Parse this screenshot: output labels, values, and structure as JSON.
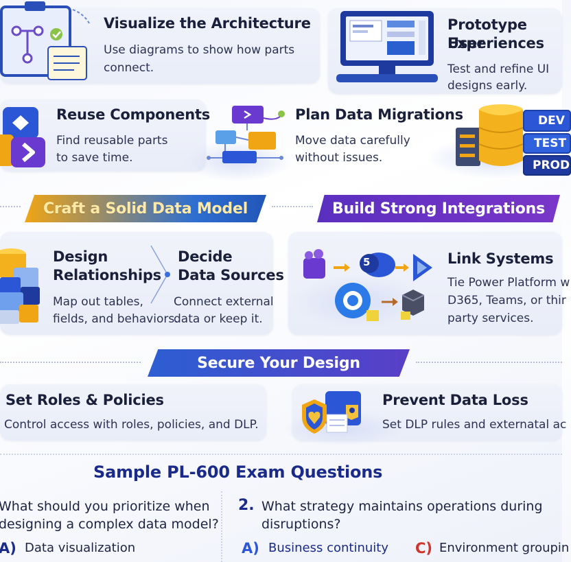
{
  "row1": {
    "architecture": {
      "title": "Visualize the Architecture",
      "desc_line1": "Use diagrams to show how parts",
      "desc_line2": "connect."
    },
    "prototype": {
      "title_line1": "Prototype User",
      "title_line2": "Experiences",
      "desc_line1": "Test and refine UI",
      "desc_line2": "designs early."
    }
  },
  "row2": {
    "reuse": {
      "title": "Reuse Components",
      "desc_line1": "Find reusable parts",
      "desc_line2": "to save time."
    },
    "migrations": {
      "title": "Plan Data Migrations",
      "desc_line1": "Move data carefully",
      "desc_line2": "without issues."
    },
    "env_labels": [
      "DEV",
      "TEST",
      "PROD"
    ]
  },
  "banners": {
    "data_model": "Craft a Solid Data Model",
    "integrations": "Build Strong Integrations",
    "secure": "Secure Your Design"
  },
  "data_model": {
    "relationships": {
      "title_line1": "Design",
      "title_line2": "Relationships",
      "desc_line1": "Map out tables,",
      "desc_line2": "fields, and behaviors."
    },
    "sources": {
      "title_line1": "Decide",
      "title_line2": "Data Sources",
      "desc_line1": "Connect external",
      "desc_line2": "data or keep it."
    }
  },
  "integrations": {
    "link": {
      "title": "Link Systems",
      "desc_line1": "Tie Power Platform w",
      "desc_line2": "D365, Teams, or thir",
      "desc_line3": "party services."
    },
    "badge": "5"
  },
  "secure": {
    "roles": {
      "title": "Set Roles & Policies",
      "desc": "Control access with roles, policies, and DLP."
    },
    "dlp": {
      "title": "Prevent Data Loss",
      "desc": "Set DLP rules and externatal ac"
    }
  },
  "questions": {
    "heading": "Sample PL-600 Exam Questions",
    "q1": {
      "line1": "What should you prioritize when",
      "line2": "designing a complex data model?",
      "opt_a_letter": "A)",
      "opt_a": "Data visualization"
    },
    "q2": {
      "number": "2.",
      "line1": "What strategy maintains operations during",
      "line2": "disruptions?",
      "opt_a_letter": "A)",
      "opt_a": "Business continuity",
      "opt_c_letter": "C)",
      "opt_c": "Environment groupin"
    }
  },
  "colors": {
    "navy": "#1a2a8a",
    "gold": "#f0a514",
    "purple": "#5a2fc0",
    "blue": "#2c5fd2",
    "red": "#d0352b"
  }
}
